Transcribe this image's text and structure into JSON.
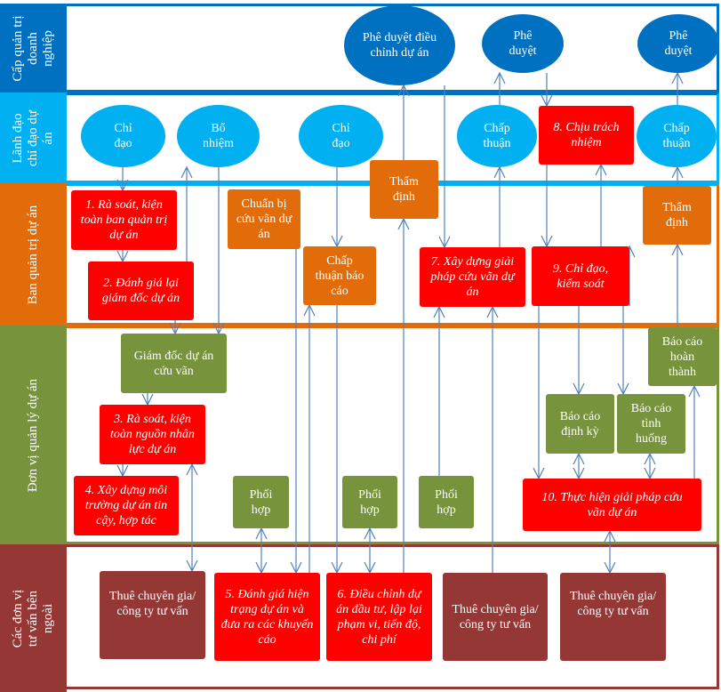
{
  "colors": {
    "corporate": "#0070c0",
    "steering": "#00b0f0",
    "project_board": "#e36c0a",
    "project_unit": "#77933c",
    "external": "#953735",
    "critical_step": "#ff0000",
    "arrow": "#4f81bd"
  },
  "lanes": [
    {
      "id": "corporate",
      "label": "Cấp quản trị doanh nghiệp"
    },
    {
      "id": "steering",
      "label": "Lãnh đạo chỉ đạo dự án"
    },
    {
      "id": "board",
      "label": "Ban quản trị dự án"
    },
    {
      "id": "unit",
      "label": "Đơn vị quản lý dự án"
    },
    {
      "id": "external",
      "label": "Các đơn vị tư vấn bên ngoài"
    }
  ],
  "nodes": {
    "approve_adjust": "Phê duyệt điều chỉnh dự án",
    "approve_1": "Phê duyệt",
    "approve_2": "Phê duyệt",
    "direct_1": "Chỉ đạo",
    "appoint": "Bổ nhiệm",
    "direct_2": "Chỉ đạo",
    "accept_1": "Chấp thuận",
    "step8": "8. Chịu trách nhiệm",
    "accept_2": "Chấp thuận",
    "step1": "1. Rà soát, kiện toàn ban quản trị dự án",
    "step2": "2. Đánh giá lại giám đốc dự án",
    "prepare_rescue": "Chuẩn bị cứu vãn dự án",
    "appraise_1": "Thẩm định",
    "accept_report": "Chấp thuận báo cáo",
    "step7": "7. Xây dựng giải pháp cứu vãn dự án",
    "step9": "9. Chỉ đạo, kiểm soát",
    "appraise_2": "Thẩm định",
    "rescue_director": "Giám đốc dự án cứu vãn",
    "step3": "3. Rà soát, kiện toàn nguồn nhân lực dự án",
    "step4": "4. Xây dựng môi trường dự án tin cậy, hợp tác",
    "coord_1": "Phối hợp",
    "coord_2": "Phối hợp",
    "coord_3": "Phối hợp",
    "report_periodic": "Báo cáo định kỳ",
    "report_situation": "Báo cáo tình huống",
    "report_complete": "Báo cáo hoàn thành",
    "step10": "10. Thực hiện giải pháp cứu vãn dự án",
    "hire_1": "Thuê chuyên gia/ công ty tư vấn",
    "step5": "5. Đánh giá hiện trạng dự án và đưa ra các khuyến cáo",
    "step6": "6. Điều chỉnh dự án đầu tư, lập lại phạm vi, tiến độ, chi phí",
    "hire_2": "Thuê chuyên gia/ công ty tư vấn",
    "hire_3": "Thuê chuyên gia/ công ty tư vấn"
  }
}
